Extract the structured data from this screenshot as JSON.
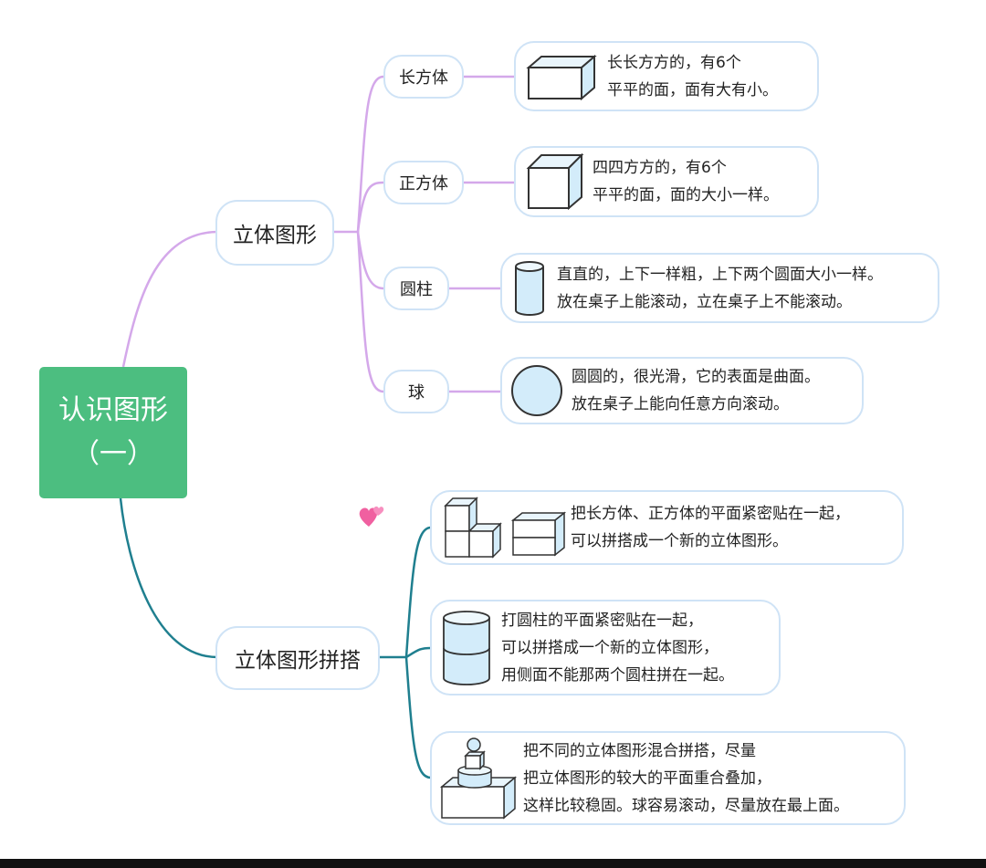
{
  "root": {
    "line1": "认识图形",
    "line2": "（一）"
  },
  "branch_shapes": {
    "label": "立体图形",
    "items": [
      {
        "label": "长方体",
        "icon": "cuboid-icon",
        "desc1": "长长方方的，有6个",
        "desc2": "平平的面，面有大有小。"
      },
      {
        "label": "正方体",
        "icon": "cube-icon",
        "desc1": "四四方方的，有6个",
        "desc2": "平平的面，面的大小一样。"
      },
      {
        "label": "圆柱",
        "icon": "cylinder-icon",
        "desc1": "直直的，上下一样粗，上下两个圆面大小一样。",
        "desc2": "放在桌子上能滚动，立在桌子上不能滚动。"
      },
      {
        "label": "球",
        "icon": "sphere-icon",
        "desc1": "圆圆的，很光滑，它的表面是曲面。",
        "desc2": "放在桌子上能向任意方向滚动。"
      }
    ]
  },
  "branch_build": {
    "label": "立体图形拼搭",
    "items": [
      {
        "icon": "stacked-cubes-icon",
        "lines": [
          "把长方体、正方体的平面紧密贴在一起，",
          "可以拼搭成一个新的立体图形。"
        ]
      },
      {
        "icon": "stacked-cylinders-icon",
        "lines": [
          "打圆柱的平面紧密贴在一起，",
          "可以拼搭成一个新的立体图形，",
          "用侧面不能那两个圆柱拼在一起。"
        ]
      },
      {
        "icon": "mixed-tower-icon",
        "lines": [
          "把不同的立体图形混合拼搭，尽量",
          "把立体图形的较大的平面重合叠加，",
          "这样比较稳固。球容易滚动，尽量放在最上面。"
        ]
      }
    ]
  },
  "colors": {
    "root": "#4cbe80",
    "branch_shapes_line": "#d4a8ea",
    "branch_build_line": "#1f7f8f",
    "pill_border": "#cfe3f6",
    "shape_fill": "#d3ecfa"
  }
}
